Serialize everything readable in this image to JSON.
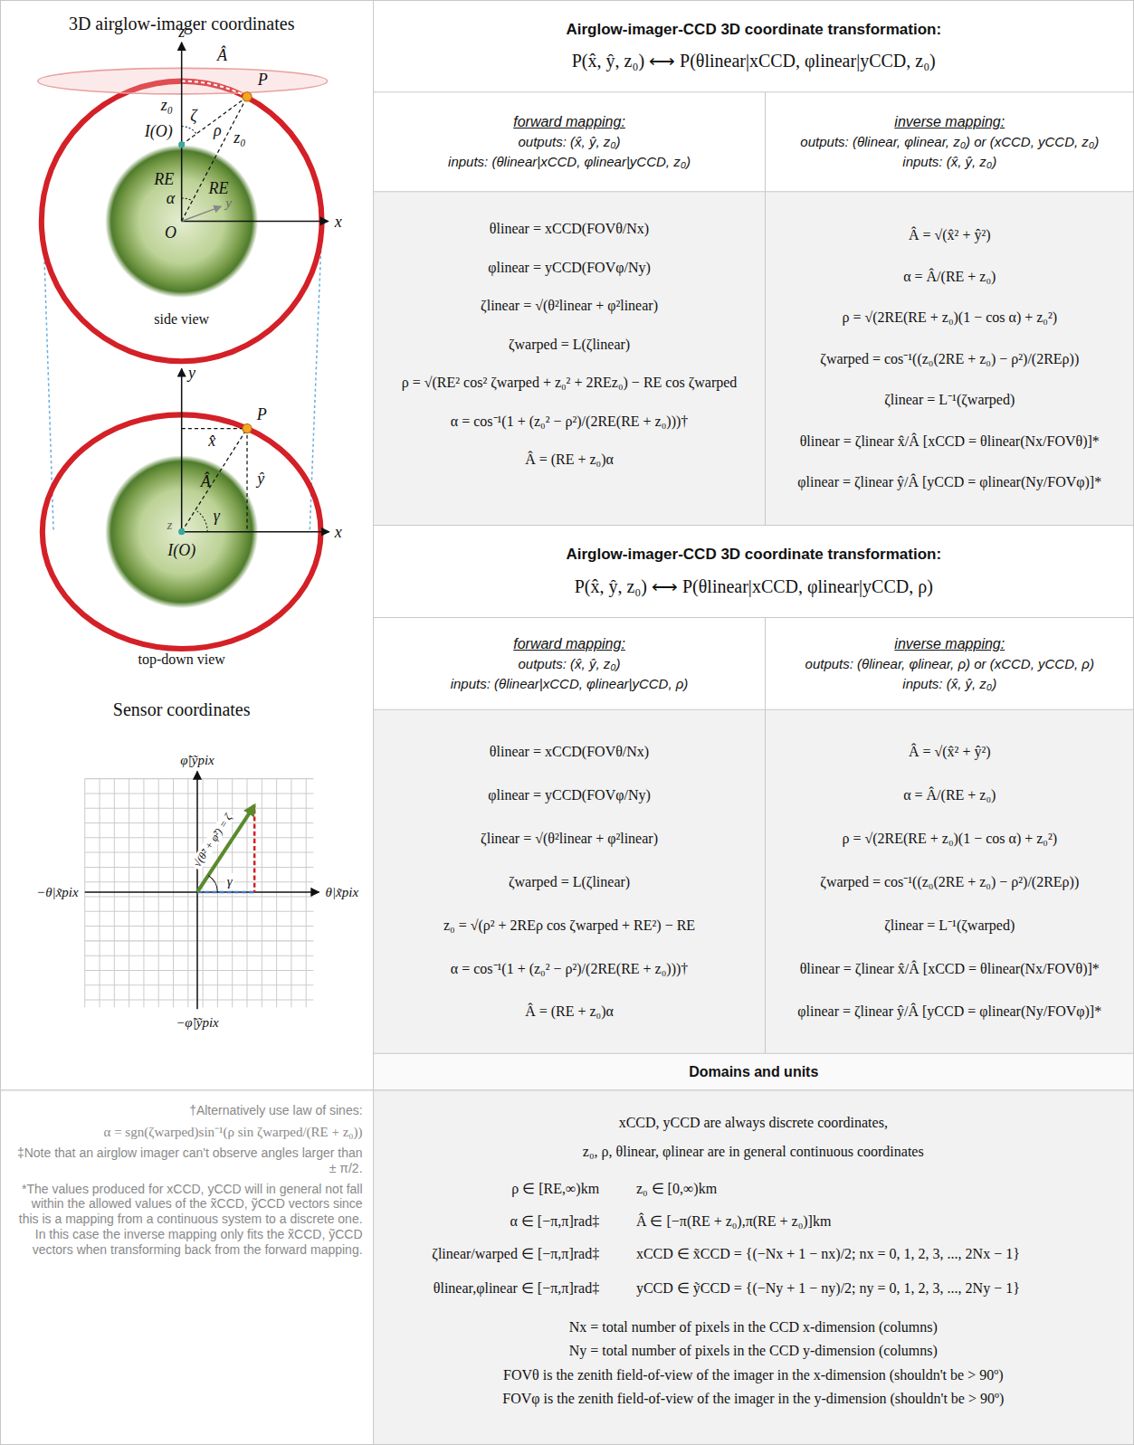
{
  "diagram": {
    "labels": [
      "3D airglow-imager coordinates",
      "z",
      "Â",
      "P",
      "z₀",
      "ζ",
      "I(O)",
      "ρ",
      "z₀",
      "RE",
      "RE",
      "α",
      "O",
      "y",
      "x",
      "side view",
      "y",
      "x̂",
      "P",
      "Â",
      "ŷ",
      "γ",
      "z",
      "I(O)",
      "x",
      "top-down view",
      "Sensor coordinates",
      "φ̃|ỹpix",
      "√(θ̃² + φ̃²) = ζ",
      "γ",
      "−θ|x̃pix",
      "θ|x̃pix",
      "−φ̃|ỹpix",
      "†Alternatively use law of sines:",
      "α = sgn(ζwarped)sin⁻¹(ρ sin ζwarped/(RE + z₀))",
      "‡Note that an airglow imager can't observe angles larger than ± π/2.",
      "*The values produced for xCCD, yCCD will in general not fall within the allowed values of the x̃CCD, ỹCCD vectors since this is a mapping from a continuous system to a discrete one. In this case the inverse mapping only fits the x̃CCD, ỹCCD vectors when transforming back from the forward mapping.",
      "Airglow-imager-CCD 3D coordinate transformation:",
      "P(x̂, ŷ, z₀) ⟷ P(θlinear|xCCD, φlinear|yCCD, z₀)",
      "forward mapping:",
      "outputs: (x̂, ŷ, z₀)",
      "inputs: (θlinear|xCCD, φlinear|yCCD, z₀)",
      "inverse mapping:",
      "outputs: (θlinear, φlinear, z₀) or (xCCD, yCCD, z₀)",
      "inputs: (x̂, ŷ, z₀)",
      "θlinear = xCCD(FOVθ/Nx)",
      "φlinear = yCCD(FOVφ/Ny)",
      "ζlinear = √(θ²linear + φ²linear)",
      "ζwarped = L(ζlinear)",
      "ρ = √(RE² cos² ζwarped + z₀² + 2REz₀) − RE cos ζwarped",
      "α = cos⁻¹(1 + (z₀² − ρ²)/(2RE(RE + z₀)))†",
      "Â = (RE + z₀)α",
      "Â = √(x̂² + ŷ²)",
      "α = Â/(RE + z₀)",
      "ρ = √(2RE(RE + z₀)(1 − cos α) + z₀²)",
      "ζwarped = cos⁻¹((z₀(2RE + z₀) − ρ²)/(2REρ))",
      "ζlinear = L⁻¹(ζwarped)",
      "θlinear = ζlinear x̂/Â   [xCCD = θlinear(Nx/FOVθ)]*",
      "φlinear = ζlinear ŷ/Â   [yCCD = φlinear(Ny/FOVφ)]*",
      "Airglow-imager-CCD 3D coordinate transformation:",
      "P(x̂, ŷ, z₀) ⟷ P(θlinear|xCCD, φlinear|yCCD, ρ)",
      "forward mapping:",
      "outputs: (x̂, ŷ, z₀)",
      "inputs: (θlinear|xCCD, φlinear|yCCD, ρ)",
      "inverse mapping:",
      "outputs: (θlinear, φlinear, ρ) or (xCCD, yCCD, ρ)",
      "inputs: (x̂, ŷ, z₀)",
      "θlinear = xCCD(FOVθ/Nx)",
      "φlinear = yCCD(FOVφ/Ny)",
      "ζlinear = √(θ²linear + φ²linear)",
      "ζwarped = L(ζlinear)",
      "z₀ = √(ρ² + 2REρ cos ζwarped + RE²) − RE",
      "α = cos⁻¹(1 + (z₀² − ρ²)/(2RE(RE + z₀)))†",
      "Â = (RE + z₀)α",
      "Â = √(x̂² + ŷ²)",
      "α = Â/(RE + z₀)",
      "ρ = √(2RE(RE + z₀)(1 − cos α) + z₀²)",
      "ζwarped = cos⁻¹((z₀(2RE + z₀) − ρ²)/(2REρ))",
      "ζlinear = L⁻¹(ζwarped)",
      "θlinear = ζlinear x̂/Â   [xCCD = θlinear(Nx/FOVθ)]*",
      "φlinear = ζlinear ŷ/Â   [yCCD = φlinear(Ny/FOVφ)]*",
      "Domains and units",
      "xCCD, yCCD are always discrete coordinates,",
      "z₀, ρ, θlinear, φlinear are in general continuous coordinates",
      "ρ ∈ [RE,∞)km",
      "z₀ ∈ [0,∞)km",
      "α ∈ [−π,π]rad‡",
      "Â ∈ [−π(RE + z₀),π(RE + z₀)]km",
      "ζlinear/warped ∈ [−π,π]rad‡",
      "xCCD ∈ x̃CCD = {(−Nx + 1 − nx)/2; nx = 0, 1, 2, 3, ..., 2Nx − 1}",
      "θlinear,φlinear ∈ [−π,π]rad‡",
      "yCCD ∈ ỹCCD = {(−Ny + 1 − ny)/2; ny = 0, 1, 2, 3, ..., 2Ny − 1}",
      "Nx = total number of pixels in the CCD x-dimension (columns)",
      "Ny = total number of pixels in the CCD y-dimension (columns)",
      "FOVθ is the zenith field-of-view of the imager in the x-dimension (shouldn't be > 90º)",
      "FOVφ is the zenith field-of-view of the imager in the y-dimension (shouldn't be > 90º)"
    ]
  }
}
